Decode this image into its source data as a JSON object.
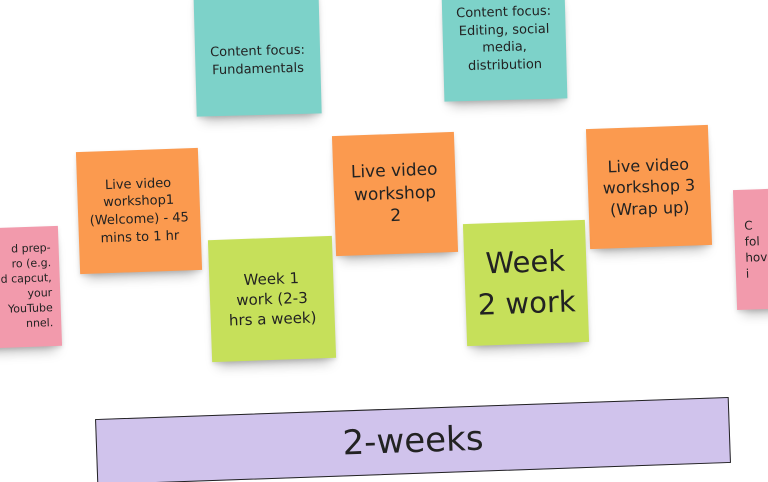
{
  "board": {
    "notes": {
      "content_focus_1": "Content focus:\nFundamentals",
      "content_focus_2": "Content focus:\nEditing, social\nmedia,\ndistribution",
      "live_workshop_1": "Live video\nworkshop1\n(Welcome) - 45\nmins to 1 hr",
      "live_workshop_2": "Live video\nworkshop\n2",
      "live_workshop_3": "Live video\nworkshop 3\n(Wrap up)",
      "week_1_work": "Week 1\nwork (2-3\nhrs a week)",
      "week_2_work": "Week\n2 work",
      "pink_left_partial": "d prep-\nro (e.g.\nd capcut,\nyour\nYouTube\nnnel.",
      "pink_right_partial": "C\nfol\nhov\ni"
    },
    "timeline_label": "2-weeks"
  },
  "colors": {
    "teal": "#7dd2c9",
    "orange": "#fb9a4f",
    "green": "#c6e05a",
    "pink": "#f29aac",
    "lavender": "#d0c3ec"
  }
}
